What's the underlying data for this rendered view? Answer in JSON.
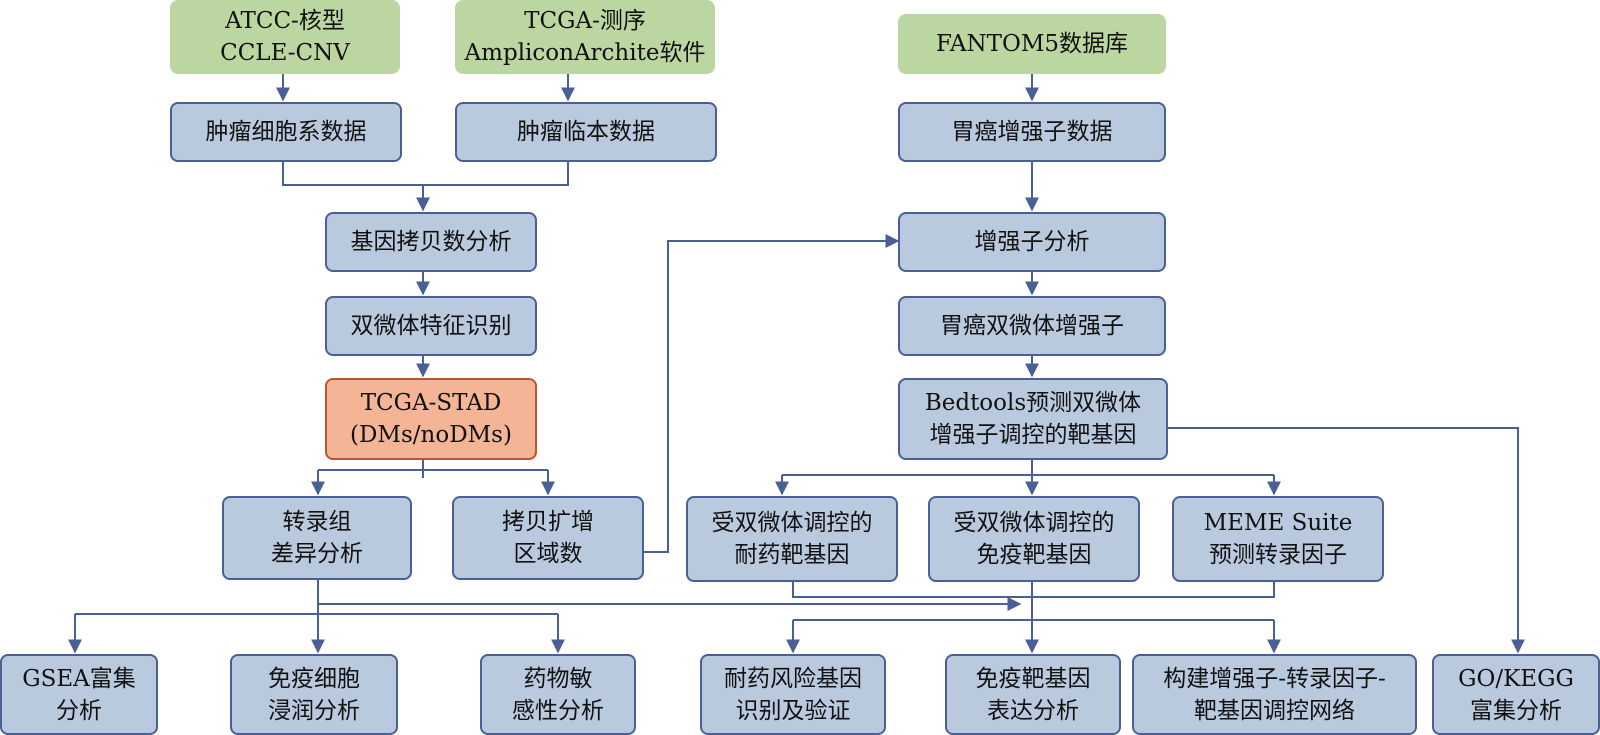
{
  "colors": {
    "process": "#b9cadf",
    "source": "#bcd6a2",
    "highlight": "#f3b596",
    "border": "#4a5f96",
    "connector": "#4a5f96"
  },
  "nodes": {
    "atcc": {
      "lines": [
        "ATCC-核型",
        "CCLE-CNV"
      ]
    },
    "tcga_seq": {
      "lines": [
        "TCGA-测序",
        "AmpliconArchite软件"
      ]
    },
    "fantom": {
      "lines": [
        "FANTOM5数据库"
      ]
    },
    "cellline": {
      "lines": [
        "肿瘤细胞系数据"
      ]
    },
    "clinical": {
      "lines": [
        "肿瘤临本数据"
      ]
    },
    "enh_data": {
      "lines": [
        "胃癌增强子数据"
      ]
    },
    "cnv": {
      "lines": [
        "基因拷贝数分析"
      ]
    },
    "enh_anal": {
      "lines": [
        "增强子分析"
      ]
    },
    "dm_id": {
      "lines": [
        "双微体特征识别"
      ]
    },
    "dm_enh": {
      "lines": [
        "胃癌双微体增强子"
      ]
    },
    "stad": {
      "lines": [
        "TCGA-STAD",
        "(DMs/noDMs)"
      ]
    },
    "bedtools": {
      "lines": [
        "Bedtools预测双微体",
        "增强子调控的靶基因"
      ]
    },
    "trans": {
      "lines": [
        "转录组",
        "差异分析"
      ]
    },
    "amp": {
      "lines": [
        "拷贝扩增",
        "区域数"
      ]
    },
    "drug_target": {
      "lines": [
        "受双微体调控的",
        "耐药靶基因"
      ]
    },
    "immu_target": {
      "lines": [
        "受双微体调控的",
        "免疫靶基因"
      ]
    },
    "meme": {
      "lines": [
        "MEME Suite",
        "预测转录因子"
      ]
    },
    "gsea": {
      "lines": [
        "GSEA富集",
        "分析"
      ]
    },
    "immune_cell": {
      "lines": [
        "免疫细胞",
        "浸润分析"
      ]
    },
    "drug_sens": {
      "lines": [
        "药物敏",
        "感性分析"
      ]
    },
    "drug_risk": {
      "lines": [
        "耐药风险基因",
        "识别及验证"
      ]
    },
    "immu_expr": {
      "lines": [
        "免疫靶基因",
        "表达分析"
      ]
    },
    "network": {
      "lines": [
        "构建增强子-转录因子-",
        "靶基因调控网络"
      ]
    },
    "gokegg": {
      "lines": [
        "GO/KEGG",
        "富集分析"
      ]
    }
  }
}
